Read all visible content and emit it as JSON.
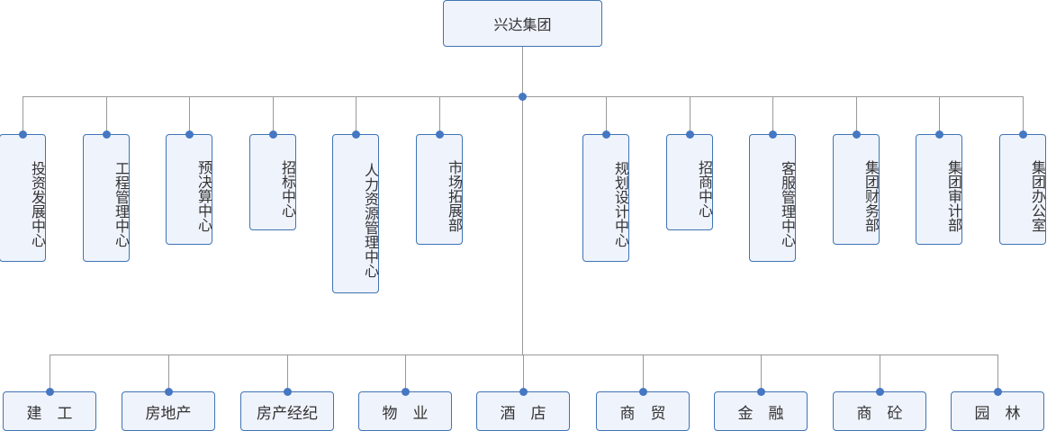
{
  "root": {
    "label": "兴达集团"
  },
  "departments": [
    {
      "label": "投资发展中心"
    },
    {
      "label": "工程管理中心"
    },
    {
      "label": "预决算中心"
    },
    {
      "label": "招标中心"
    },
    {
      "label": "人力资源管理中心"
    },
    {
      "label": "市场拓展部"
    },
    {
      "label": "规划设计中心"
    },
    {
      "label": "招商中心"
    },
    {
      "label": "客服管理中心"
    },
    {
      "label": "集团财务部"
    },
    {
      "label": "集团审计部"
    },
    {
      "label": "集团办公室"
    }
  ],
  "subsidiaries": [
    {
      "label": "建　工"
    },
    {
      "label": "房地产"
    },
    {
      "label": "房产经纪"
    },
    {
      "label": "物　业"
    },
    {
      "label": "酒　店"
    },
    {
      "label": "商　贸"
    },
    {
      "label": "金　融"
    },
    {
      "label": "商　砼"
    },
    {
      "label": "园　林"
    }
  ],
  "colors": {
    "node_fill": "#eff3fc",
    "node_border": "#3f74b5",
    "connector": "#999999",
    "dot": "#4577c2",
    "text": "#333333"
  }
}
